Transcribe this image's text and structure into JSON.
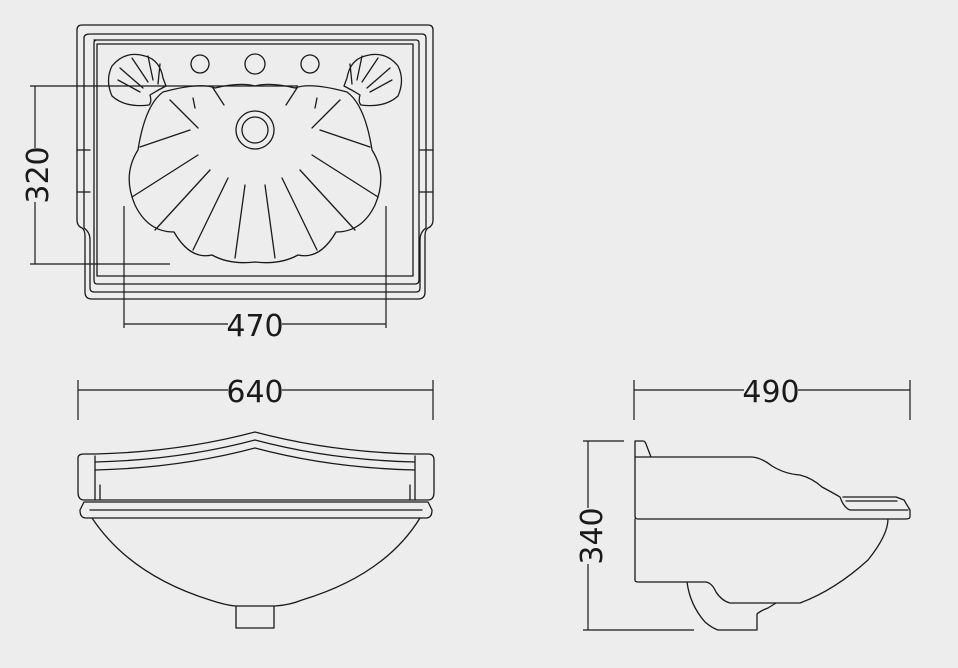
{
  "drawing": {
    "top_view": {
      "width_inner_label": "470",
      "depth_label": "320"
    },
    "front_view": {
      "width_label": "640"
    },
    "side_view": {
      "depth_label": "490",
      "height_label": "340"
    }
  },
  "colors": {
    "background": "#ededed",
    "line": "#1a1a1a"
  }
}
